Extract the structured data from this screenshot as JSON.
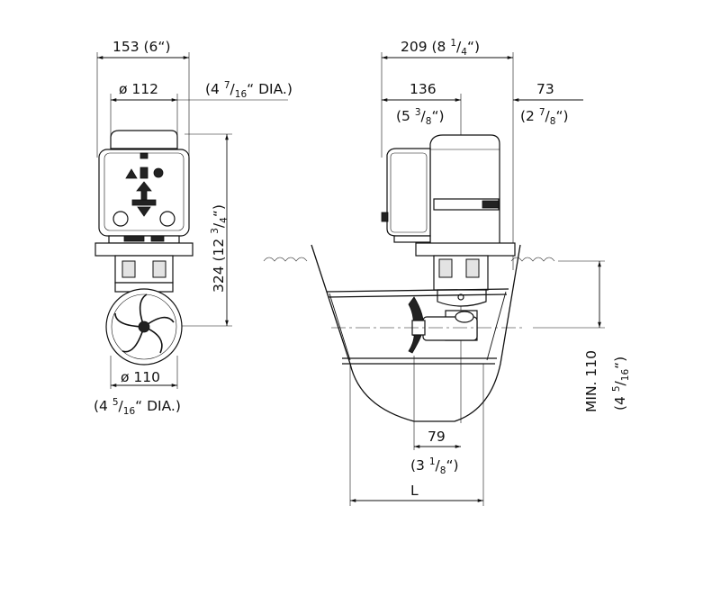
{
  "front_view": {
    "overall_width": {
      "text": "153 (6",
      "close": "“)"
    },
    "motor_diameter": {
      "text": "ø 112",
      "inch_open": "(4 ",
      "inch_num": "7",
      "inch_slash": "/",
      "inch_den": "16",
      "inch_close": "“ DIA.)"
    },
    "height": {
      "text": "324 (12 ",
      "num": "3",
      "slash": "/",
      "den": "4",
      "close": "“)"
    },
    "tunnel_diameter": {
      "text": "ø 110",
      "inch_open": "(4 ",
      "inch_num": "5",
      "inch_slash": "/",
      "inch_den": "16",
      "inch_close": "“ DIA.)"
    }
  },
  "side_view": {
    "overall_width": {
      "text": "209 (8 ",
      "num": "1",
      "slash": "/",
      "den": "4",
      "close": "“)"
    },
    "width_a": {
      "text": "136",
      "inch_open": "(5 ",
      "num": "3",
      "slash": "/",
      "den": "8",
      "close": "“)"
    },
    "width_b": {
      "text": "73",
      "inch_open": "(2 ",
      "num": "7",
      "slash": "/",
      "den": "8",
      "close": "“)"
    },
    "prop_offset": {
      "text": "79",
      "inch_open": "(3 ",
      "num": "1",
      "slash": "/",
      "den": "8",
      "close": "“)"
    },
    "tunnel_length": {
      "text": "L"
    },
    "min_depth": {
      "text": "MIN. 110",
      "inch_open": "(4 ",
      "num": "5",
      "slash": "/",
      "den": "16",
      "close": "“)"
    }
  }
}
